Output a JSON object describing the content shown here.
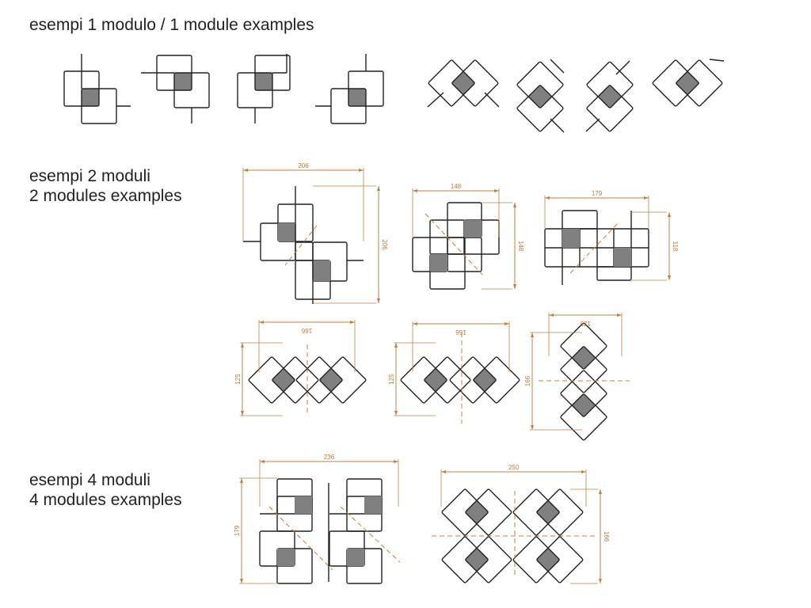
{
  "sections": {
    "one_module": {
      "title": "esempi 1 modulo / 1 module examples"
    },
    "two_modules": {
      "title_it": "esempi 2 moduli",
      "title_en": "2 modules examples"
    },
    "four_modules": {
      "title_it": "esempi 4 moduli",
      "title_en": "4 modules examples"
    }
  },
  "dimensions": {
    "fig_a": {
      "width": "206",
      "height": "206"
    },
    "fig_b": {
      "width": "148",
      "height": "148"
    },
    "fig_c": {
      "width": "179",
      "height": "118"
    },
    "fig_d": {
      "width": "166",
      "height": "125"
    },
    "fig_e": {
      "width": "166",
      "height": "125"
    },
    "fig_f": {
      "width": "125",
      "height": "166"
    },
    "fig_g": {
      "width": "236",
      "height": "179"
    },
    "fig_h": {
      "width": "250",
      "height": "166"
    }
  },
  "colors": {
    "line": "#222222",
    "fill": "#808080",
    "dimension": "#c08040"
  }
}
